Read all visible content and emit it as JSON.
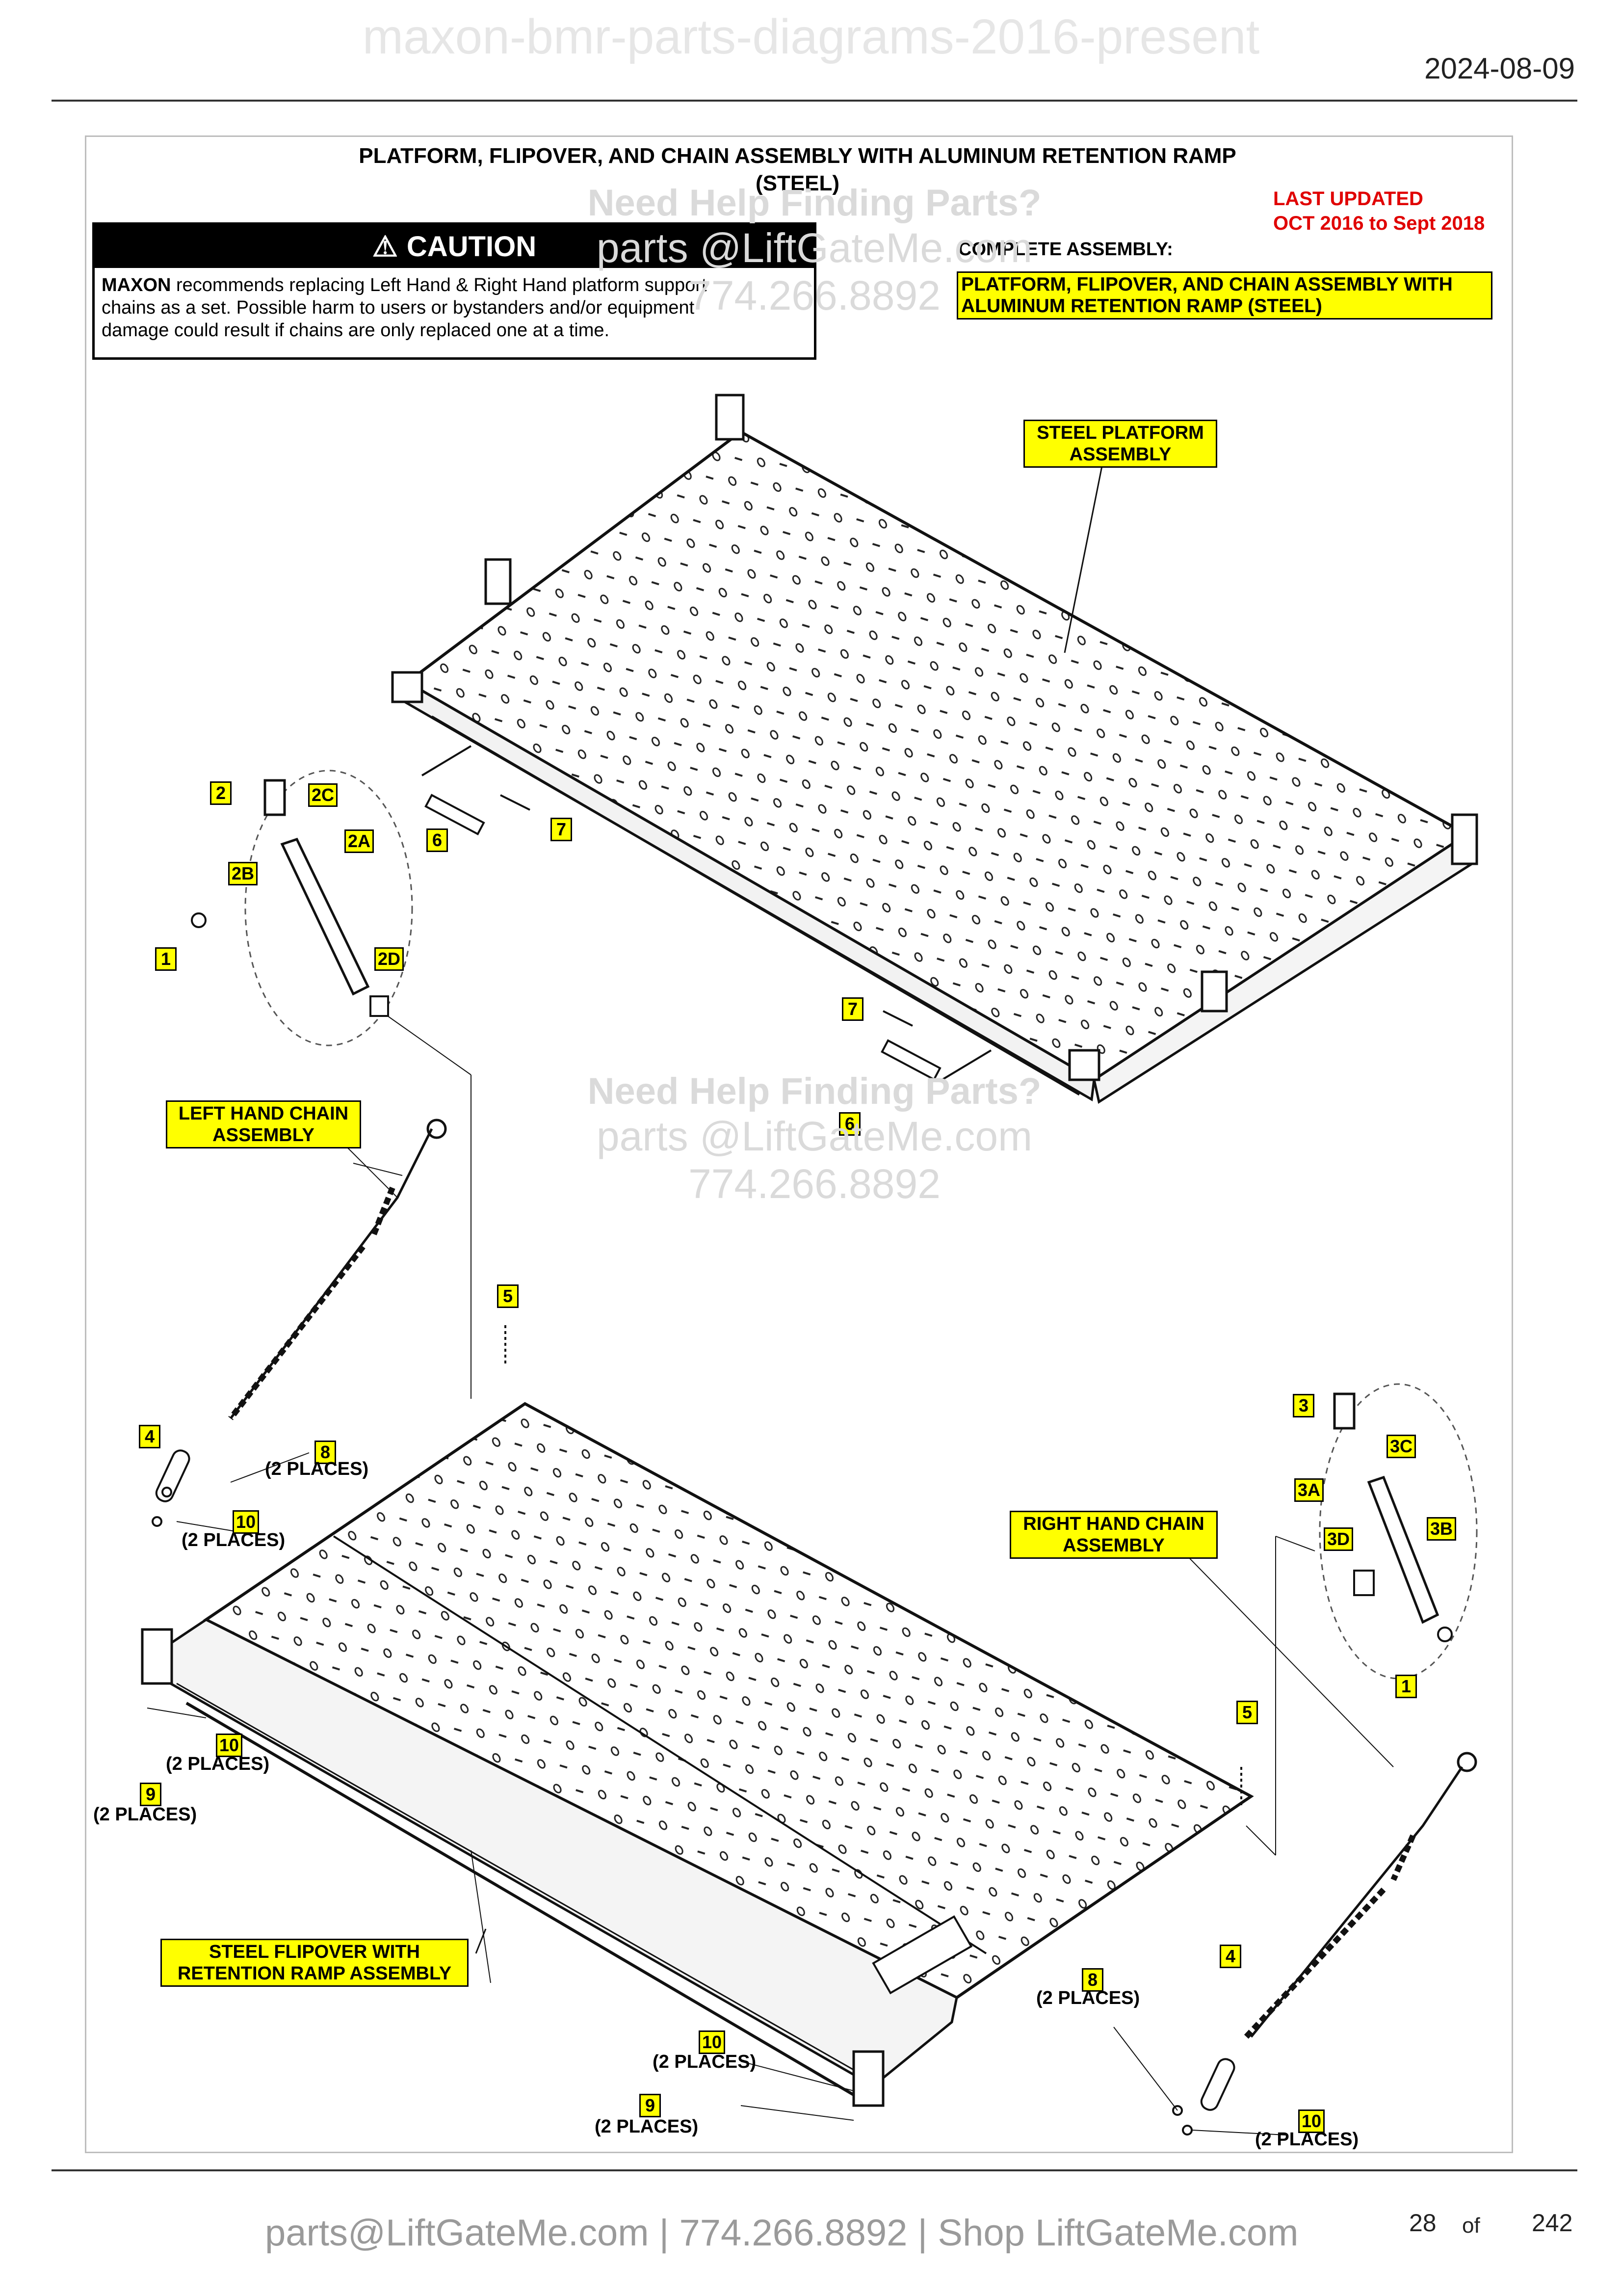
{
  "header": {
    "doc_title": "maxon-bmr-parts-diagrams-2016-present",
    "date": "2024-08-09"
  },
  "sheet": {
    "title_line1": "PLATFORM, FLIPOVER, AND CHAIN ASSEMBLY WITH ALUMINUM RETENTION RAMP",
    "title_line2": "(STEEL)",
    "last_updated_line1": "LAST UPDATED",
    "last_updated_line2": "OCT 2016 to Sept 2018",
    "complete_assembly_label": "COMPLETE ASSEMBLY:",
    "complete_assembly_line1": "PLATFORM, FLIPOVER, AND CHAIN ASSEMBLY WITH",
    "complete_assembly_line2": "ALUMINUM RETENTION RAMP (STEEL)"
  },
  "caution": {
    "heading": "CAUTION",
    "brand": "MAXON",
    "text_line1": " recommends replacing Left Hand & Right Hand platform support",
    "text_line2": "chains as a set. Possible harm to users or bystanders and/or equipment",
    "text_line3": "damage could result if chains are only replaced one at a time."
  },
  "labels": {
    "steel_platform_1": "STEEL PLATFORM",
    "steel_platform_2": "ASSEMBLY",
    "left_chain_1": "LEFT HAND CHAIN",
    "left_chain_2": "ASSEMBLY",
    "right_chain_1": "RIGHT HAND CHAIN",
    "right_chain_2": "ASSEMBLY",
    "flipover_1": "STEEL FLIPOVER WITH",
    "flipover_2": "RETENTION RAMP ASSEMBLY"
  },
  "callouts": {
    "c1a": "1",
    "c2": "2",
    "c2a": "2A",
    "c2b": "2B",
    "c2c": "2C",
    "c2d": "2D",
    "c6a": "6",
    "c7a": "7",
    "c7b": "7",
    "c6b": "6",
    "c5a": "5",
    "c4a": "4",
    "c8a": "8",
    "c10a": "10",
    "c10b": "10",
    "c9a": "9",
    "c3": "3",
    "c3a": "3A",
    "c3b": "3B",
    "c3c": "3C",
    "c3d": "3D",
    "c1b": "1",
    "c5b": "5",
    "c8b": "8",
    "c4b": "4",
    "c10c": "10",
    "c9b": "9",
    "c10d": "10"
  },
  "places": "(2 PLACES)",
  "watermark": {
    "heading": "Need Help Finding Parts?",
    "email": "parts @LiftGateMe.com",
    "phone": "774.266.8892"
  },
  "footer": {
    "contact": "parts@LiftGateMe.com | 774.266.8892 | Shop LiftGateMe.com",
    "page": "28",
    "of": "of",
    "total": "242"
  }
}
